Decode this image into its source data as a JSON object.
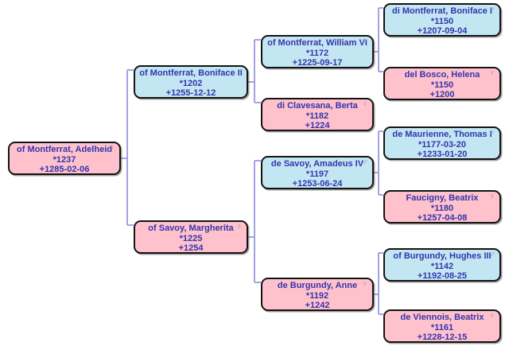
{
  "diagram": {
    "type": "family-tree-pedigree",
    "background_color": "#ffffff",
    "colors": {
      "male_fill": "#c3e7f2",
      "female_fill": "#ffc2cc",
      "node_border": "#131313",
      "text": "#3434ae",
      "gender_icon": "#97a1ab",
      "connector": "#9b98e0"
    }
  },
  "people": [
    {
      "name": "of Montferrat, Adelheid",
      "birth": "*1237",
      "death": "+1285-02-06",
      "gender": "female",
      "gender_symbol": "♀"
    },
    {
      "name": "of Montferrat, Boniface II",
      "birth": "*1202",
      "death": "+1255-12-12",
      "gender": "male",
      "gender_symbol": "♂"
    },
    {
      "name": "of Savoy, Margherita",
      "birth": "*1225",
      "death": "+1254",
      "gender": "female",
      "gender_symbol": "♀"
    },
    {
      "name": "of Montferrat, William VI",
      "birth": "*1172",
      "death": "+1225-09-17",
      "gender": "male",
      "gender_symbol": "♂"
    },
    {
      "name": "di Clavesana, Berta",
      "birth": "*1182",
      "death": "+1224",
      "gender": "female",
      "gender_symbol": "♀"
    },
    {
      "name": "de Savoy, Amadeus IV",
      "birth": "*1197",
      "death": "+1253-06-24",
      "gender": "male",
      "gender_symbol": "♂"
    },
    {
      "name": "de Burgundy, Anne",
      "birth": "*1192",
      "death": "+1242",
      "gender": "female",
      "gender_symbol": "♀"
    },
    {
      "name": "di Montferrat, Boniface I",
      "birth": "*1150",
      "death": "+1207-09-04",
      "gender": "male",
      "gender_symbol": "♂"
    },
    {
      "name": "del Bosco, Helena",
      "birth": "*1150",
      "death": "+1200",
      "gender": "female",
      "gender_symbol": "♀"
    },
    {
      "name": "de Maurienne, Thomas I",
      "birth": "*1177-03-20",
      "death": "+1233-01-20",
      "gender": "male",
      "gender_symbol": "♂"
    },
    {
      "name": "Faucigny, Beatrix",
      "birth": "*1180",
      "death": "+1257-04-08",
      "gender": "female",
      "gender_symbol": "♀"
    },
    {
      "name": "of Burgundy, Hughes III",
      "birth": "*1142",
      "death": "+1192-08-25",
      "gender": "male",
      "gender_symbol": "♂"
    },
    {
      "name": "de Viennois, Beatrix",
      "birth": "*1161",
      "death": "+1228-12-15",
      "gender": "female",
      "gender_symbol": "♀"
    }
  ],
  "relations": [
    {
      "child": "of Montferrat, Adelheid",
      "father": "of Montferrat, Boniface II",
      "mother": "of Savoy, Margherita"
    },
    {
      "child": "of Montferrat, Boniface II",
      "father": "of Montferrat, William VI",
      "mother": "di Clavesana, Berta"
    },
    {
      "child": "of Savoy, Margherita",
      "father": "de Savoy, Amadeus IV",
      "mother": "de Burgundy, Anne"
    },
    {
      "child": "of Montferrat, William VI",
      "father": "di Montferrat, Boniface I",
      "mother": "del Bosco, Helena"
    },
    {
      "child": "de Savoy, Amadeus IV",
      "father": "de Maurienne, Thomas I",
      "mother": "Faucigny, Beatrix"
    },
    {
      "child": "de Burgundy, Anne",
      "father": "of Burgundy, Hughes III",
      "mother": "de Viennois, Beatrix"
    }
  ]
}
